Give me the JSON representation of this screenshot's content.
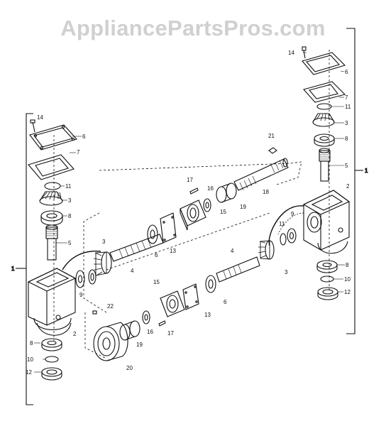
{
  "watermark": "AppliancePartsPros.com",
  "labels": {
    "l1": "1",
    "r1": "1",
    "l14": "14",
    "l6": "6",
    "l7": "7",
    "l11": "11",
    "l3": "3",
    "l8a": "8",
    "l5": "5",
    "l2": "2",
    "l9a": "9",
    "l8b": "8",
    "l10": "10",
    "l12": "12",
    "c3": "3",
    "c4": "4",
    "c6": "6",
    "c13": "13",
    "c17": "17",
    "c16": "16",
    "c19": "19",
    "c15": "15",
    "c18": "18",
    "c21": "21",
    "b4": "4",
    "b6": "6",
    "b13": "13",
    "b15": "15",
    "b22": "22",
    "b16": "16",
    "b17": "17",
    "b19": "19",
    "b20": "20",
    "b3": "3",
    "b11": "11",
    "b9": "9",
    "r14": "14",
    "r6": "6",
    "r7": "7",
    "r11": "11",
    "r3": "3",
    "r8a": "8",
    "r5": "5",
    "r2": "2",
    "r8b": "8",
    "r10": "10",
    "r12": "12"
  }
}
